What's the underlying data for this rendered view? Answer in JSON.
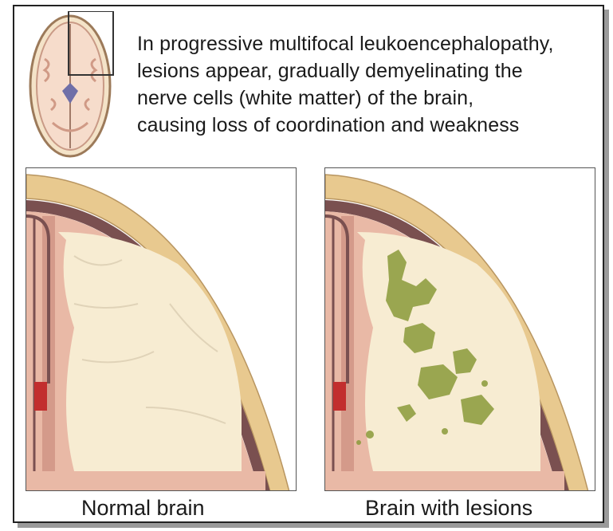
{
  "description": {
    "lines": [
      "In progressive multifocal leukoencephalopathy,",
      "lesions appear, gradually demyelinating the",
      "nerve cells (white matter) of the brain,",
      "causing loss of coordination and weakness"
    ]
  },
  "panels": {
    "normal": {
      "caption": "Normal brain"
    },
    "lesions": {
      "caption": "Brain with lesions"
    }
  },
  "colors": {
    "skull": "#e8c98f",
    "cortex": "#e9b9a6",
    "white_matter": "#f7ecd2",
    "lesion": "#8a9a3a",
    "dura": "#7a5050"
  }
}
